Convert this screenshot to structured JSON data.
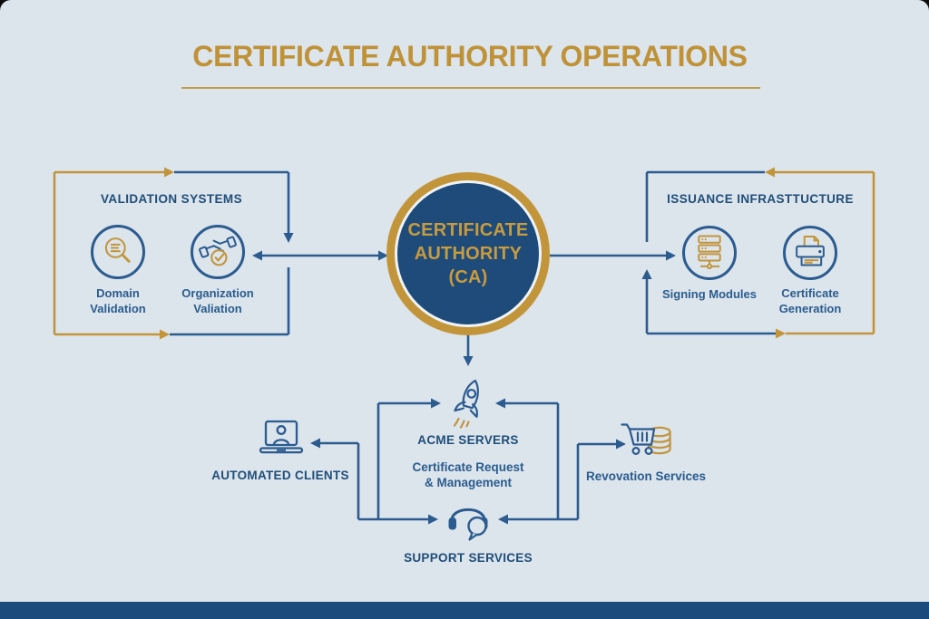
{
  "title": {
    "text": "CERTIFICATE AUTHORITY OPERATIONS"
  },
  "colors": {
    "background": "#dce4ec",
    "gold": "#c2953b",
    "title_gold": "#bf9237",
    "circle_fill": "#1e4b7a",
    "line_blue": "#2b5b8f",
    "text_blue": "#1f4e79",
    "footer_bar": "#1b4b7c"
  },
  "ca_circle": {
    "label": "CERTIFICATE\nAUTHORITY\n(CA)"
  },
  "validation_box": {
    "heading": "VALIDATION SYSTEMS",
    "items": [
      {
        "icon": "magnifier-document-icon",
        "label": "Domain\nValidation"
      },
      {
        "icon": "handshake-check-icon",
        "label": "Organization\nValiation"
      }
    ]
  },
  "issuance_box": {
    "heading": "ISSUANCE INFRASTTUCTURE",
    "items": [
      {
        "icon": "server-stack-icon",
        "label": "Signing Modules"
      },
      {
        "icon": "printer-icon",
        "label": "Certificate\nGeneration"
      }
    ]
  },
  "acme": {
    "icon": "rocket-icon",
    "heading": "ACME SERVERS",
    "description": "Certificate Request\n& Management"
  },
  "support": {
    "icon": "headset-chat-icon",
    "label": "SUPPORT SERVICES"
  },
  "automated_clients": {
    "icon": "laptop-person-icon",
    "label": "AUTOMATED CLIENTS"
  },
  "revocation": {
    "icon": "cart-coins-icon",
    "label": "Revovation Services"
  }
}
